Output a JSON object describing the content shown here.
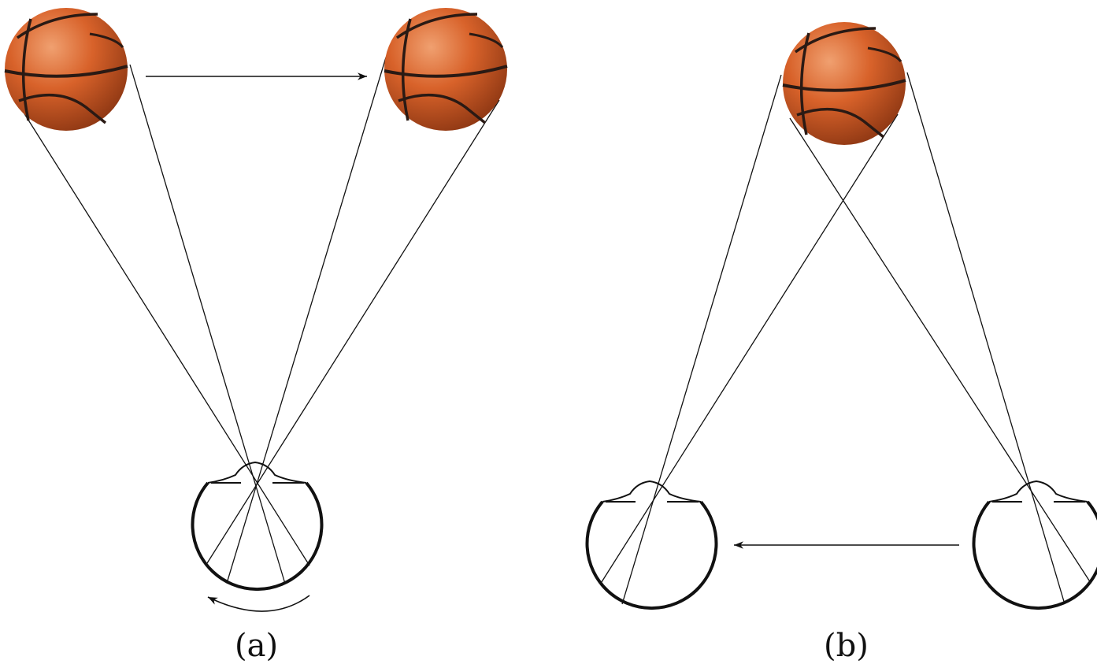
{
  "panels": [
    {
      "id": "a",
      "label": "(a)"
    },
    {
      "id": "b",
      "label": "(b)"
    }
  ],
  "colors": {
    "line": "#111111",
    "ball_light": "#f0a070",
    "ball_mid": "#d8622a",
    "ball_dark": "#8a3512",
    "ball_seam": "#2a1a14"
  },
  "icons": {
    "ball": "basketball-icon",
    "eye": "eye-icon",
    "motion_arrow": "arrow-right-icon",
    "rotation_arrow": "curved-arrow-icon"
  }
}
